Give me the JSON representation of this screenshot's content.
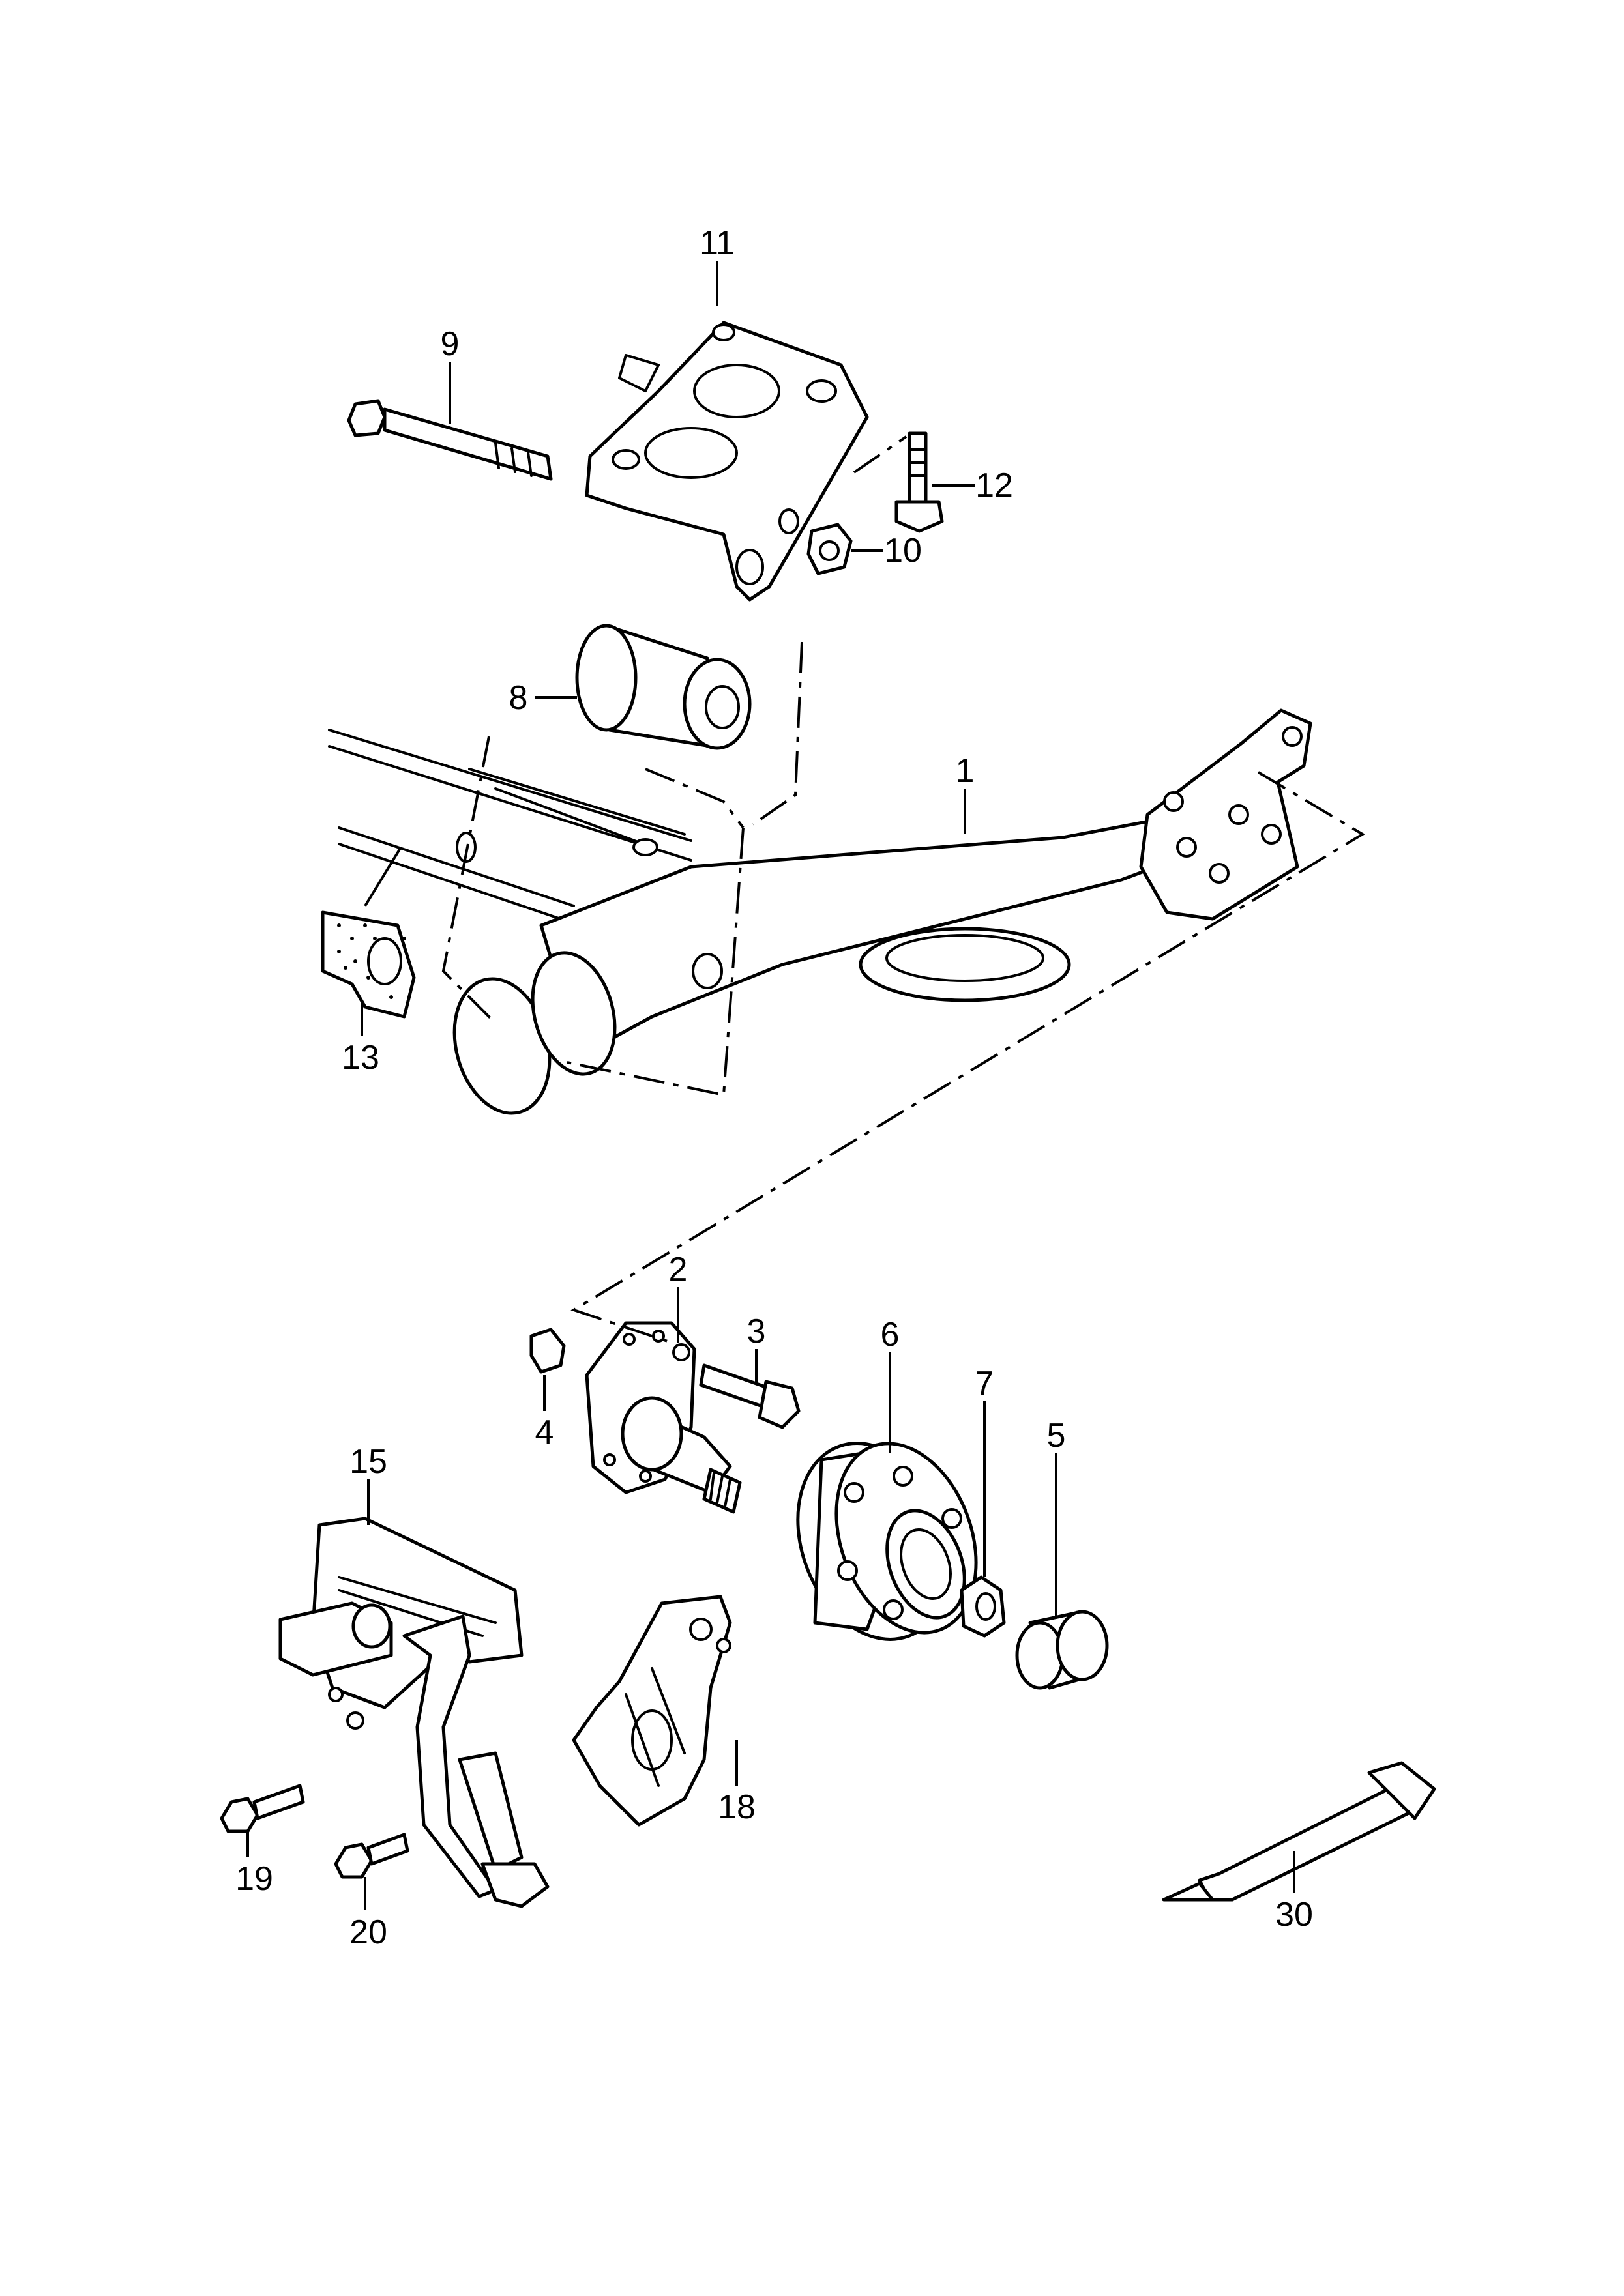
{
  "diagram": {
    "callouts": [
      {
        "id": "1",
        "text": "1"
      },
      {
        "id": "2",
        "text": "2"
      },
      {
        "id": "3",
        "text": "3"
      },
      {
        "id": "4",
        "text": "4"
      },
      {
        "id": "5",
        "text": "5"
      },
      {
        "id": "6",
        "text": "6"
      },
      {
        "id": "7",
        "text": "7"
      },
      {
        "id": "8",
        "text": "8"
      },
      {
        "id": "9",
        "text": "9"
      },
      {
        "id": "10",
        "text": "10"
      },
      {
        "id": "11",
        "text": "11"
      },
      {
        "id": "12",
        "text": "12"
      },
      {
        "id": "13",
        "text": "13"
      },
      {
        "id": "15",
        "text": "15"
      },
      {
        "id": "18",
        "text": "18"
      },
      {
        "id": "19",
        "text": "19"
      },
      {
        "id": "20",
        "text": "20"
      },
      {
        "id": "30",
        "text": "30"
      }
    ]
  }
}
